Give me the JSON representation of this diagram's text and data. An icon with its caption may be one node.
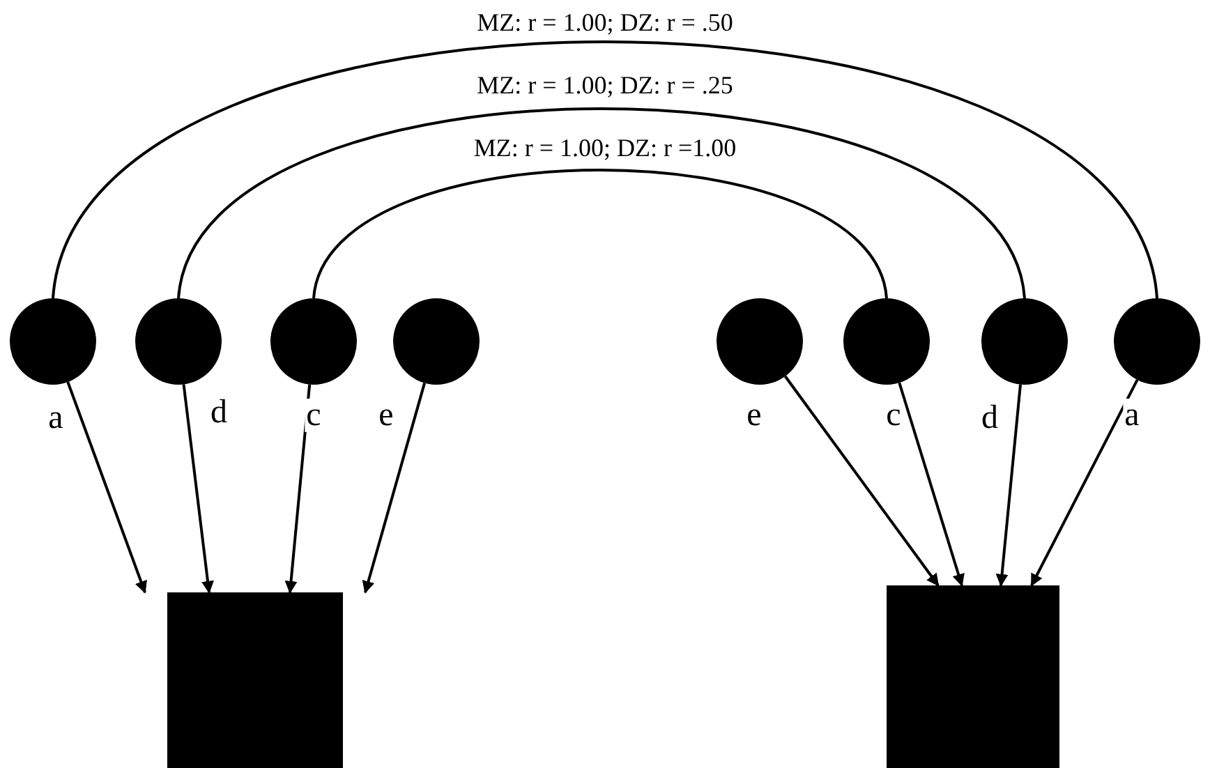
{
  "diagram": {
    "nodes": [
      {
        "text": [],
        "shape": "circle"
      },
      {
        "text": [],
        "shape": "circle"
      },
      {
        "text": [],
        "shape": "circle"
      },
      {
        "text": [],
        "shape": "circle"
      },
      {
        "text": [],
        "shape": "circle"
      },
      {
        "text": [],
        "shape": "circle"
      },
      {
        "text": [],
        "shape": "circle"
      },
      {
        "text": [],
        "shape": "circle"
      },
      {
        "text": [],
        "shape": "box"
      },
      {
        "text": [],
        "shape": "box"
      }
    ],
    "edges": [
      {
        "from": 0,
        "to": 7,
        "arrow": "none",
        "label": "MZ: r = 1.00; DZ: r = .50"
      },
      {
        "from": 1,
        "to": 6,
        "arrow": "none",
        "label": "MZ: r = 1.00; DZ: r = .25"
      },
      {
        "from": 2,
        "to": 5,
        "arrow": "none",
        "label": "MZ: r = 1.00; DZ: r =1.00"
      },
      {
        "from": 0,
        "to": 8,
        "arrow": "to",
        "label": "a"
      },
      {
        "from": 1,
        "to": 8,
        "arrow": "to",
        "label": "d"
      },
      {
        "from": 2,
        "to": 8,
        "arrow": "to",
        "label": "c"
      },
      {
        "from": 3,
        "to": 8,
        "arrow": "to",
        "label": "e"
      },
      {
        "from": 4,
        "to": 9,
        "arrow": "to",
        "label": "e"
      },
      {
        "from": 5,
        "to": 9,
        "arrow": "to",
        "label": "c"
      },
      {
        "from": 6,
        "to": 9,
        "arrow": "to",
        "label": "d"
      },
      {
        "from": 7,
        "to": 9,
        "arrow": "to",
        "label": "a"
      }
    ]
  }
}
